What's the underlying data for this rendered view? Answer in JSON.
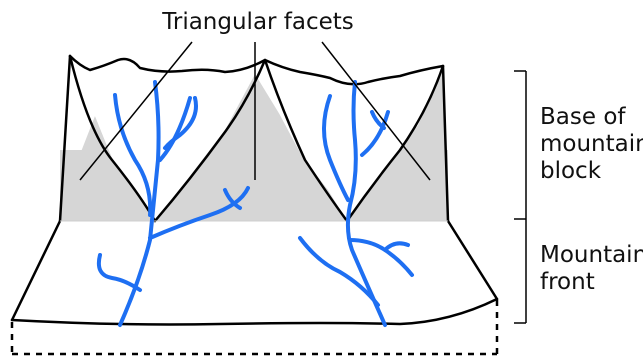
{
  "diagram": {
    "top_label": "Triangular facets",
    "right_labels": {
      "base_block": [
        "Base of",
        "mountain",
        "block"
      ],
      "front": [
        "Mountain",
        "front"
      ]
    },
    "colors": {
      "outline": "#000000",
      "facet_fill": "#d6d6d6",
      "stream": "#1e6ff2",
      "background": "#ffffff"
    }
  }
}
